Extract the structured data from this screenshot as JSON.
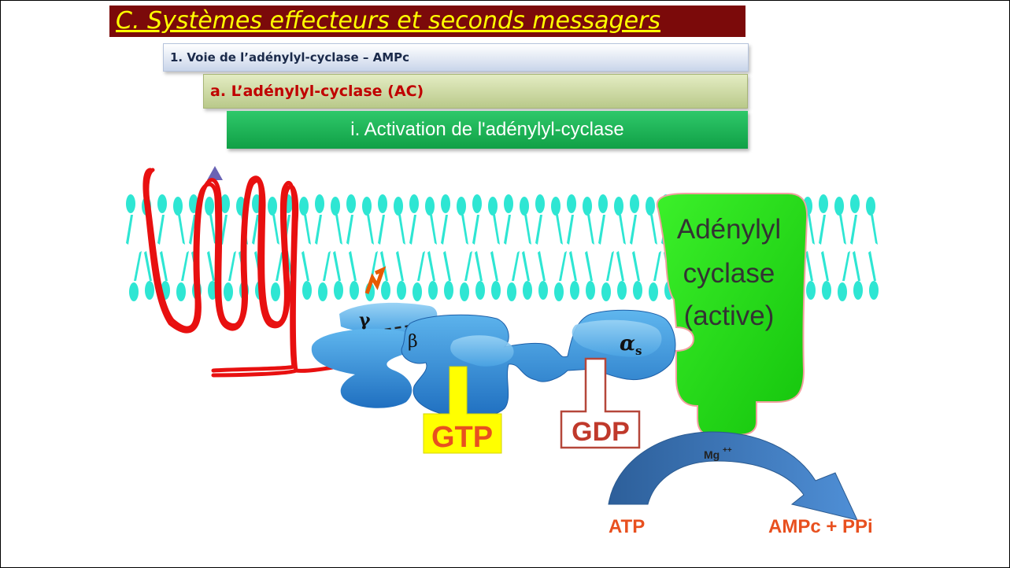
{
  "header": {
    "title": "C. Systèmes effecteurs et seconds messagers",
    "level1": "1. Voie de l’adénylyl-cyclase – AMPc",
    "level2": "a. L’adénylyl-cyclase (AC)",
    "level3": "i. Activation de l'adénylyl-cyclase"
  },
  "diagram": {
    "enzyme_line1": "Adénylyl",
    "enzyme_line2": "cyclase",
    "enzyme_line3": "(active)",
    "gamma": "γ",
    "beta": "β",
    "alpha": "α",
    "alpha_sub": "s",
    "gtp": "GTP",
    "gdp": "GDP",
    "mg": "Mg",
    "mg_sup": "++",
    "substrate": "ATP",
    "product": "AMPc + PPi"
  },
  "colors": {
    "title_bg": "#7b0a0a",
    "title_text": "#ffff00",
    "membrane": "#2ee6d3",
    "receptor": "#e81010",
    "g_protein": "#2f8fd9",
    "adenylyl_cyclase": "#22dd11",
    "gtp_box": "#ffff00",
    "label_orange": "#e8501f",
    "arrow_blue": "#2f6fb0"
  }
}
